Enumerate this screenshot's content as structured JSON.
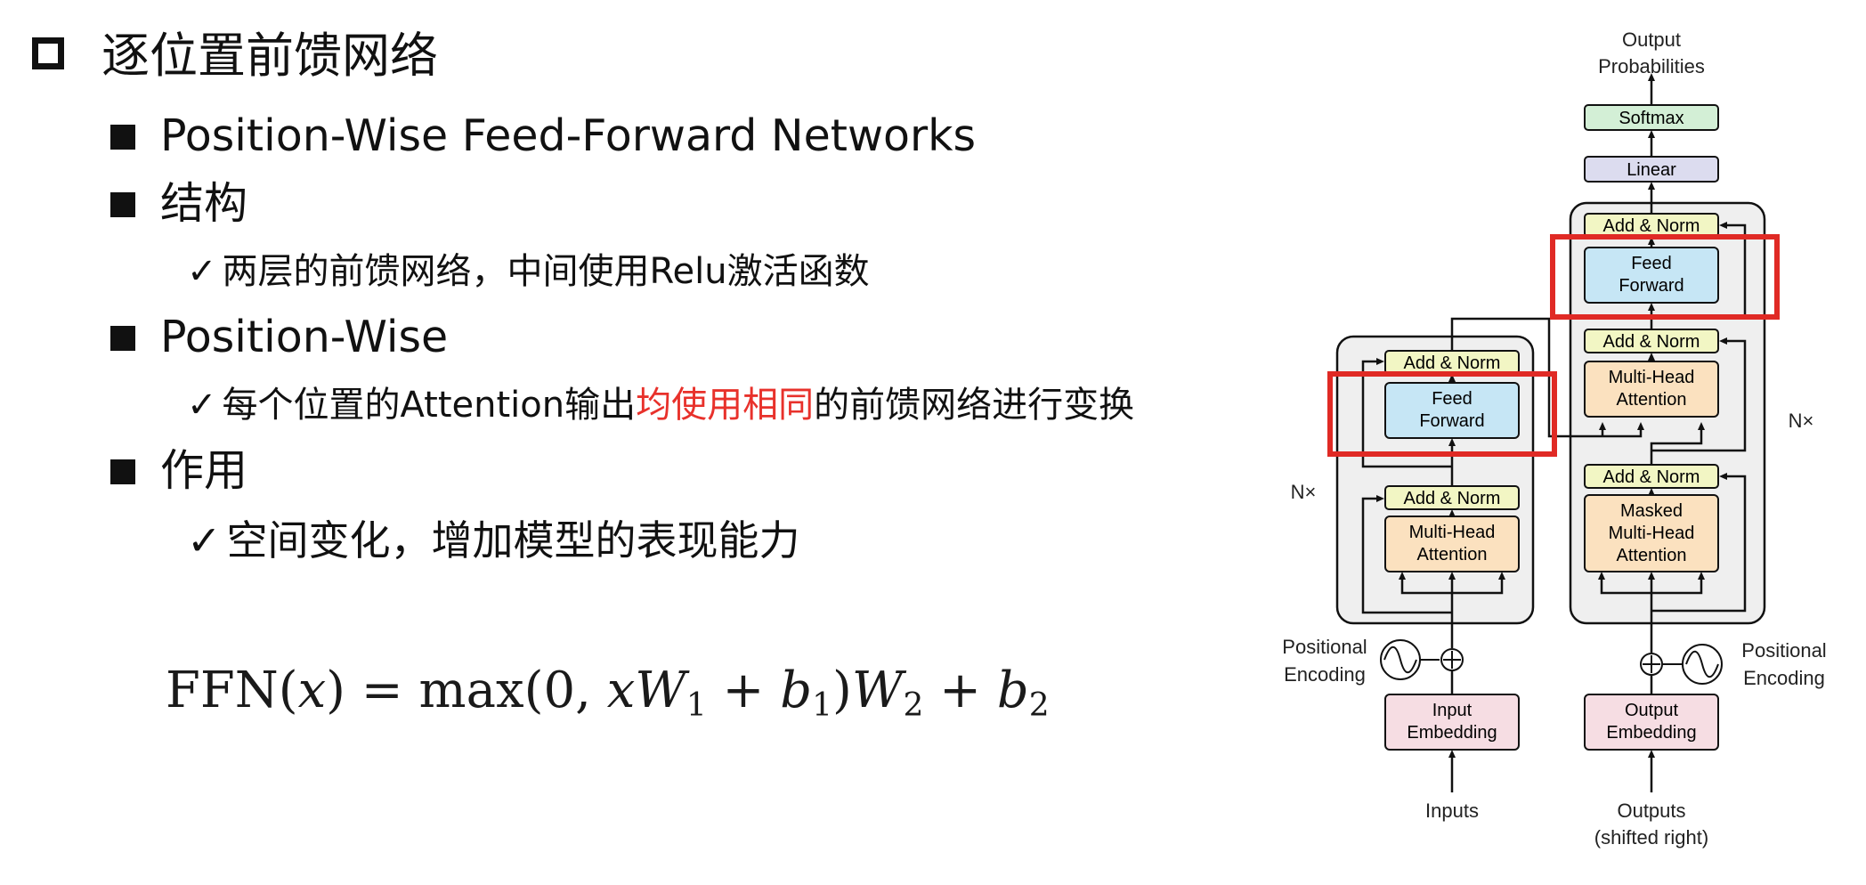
{
  "slide": {
    "title": "逐位置前馈网络",
    "items": [
      {
        "label": "Position-Wise Feed-Forward Networks"
      },
      {
        "label": "结构",
        "sub": "两层的前馈网络，中间使用Relu激活函数"
      },
      {
        "label": "Position-Wise",
        "sub_before": "每个位置的Attention输出",
        "sub_highlight": "均使用相同",
        "sub_after": "的前馈网络进行变换"
      },
      {
        "label": "作用",
        "sub": "空间变化，增加模型的表现能力"
      }
    ],
    "check_mark": "✓",
    "formula": {
      "lhs": "FFN(",
      "x": "x",
      "mid": ") = max(0, ",
      "xW": "xW",
      "one": "1",
      "plus": " + ",
      "b": "b",
      "close": ")",
      "W": "W",
      "two": "2"
    }
  },
  "diagram": {
    "output_probabilities": [
      "Output",
      "Probabilities"
    ],
    "softmax": "Softmax",
    "linear": "Linear",
    "add_norm": "Add & Norm",
    "feed_forward": [
      "Feed",
      "Forward"
    ],
    "multi_head_attention": [
      "Multi-Head",
      "Attention"
    ],
    "masked_multi_head_attention": [
      "Masked",
      "Multi-Head",
      "Attention"
    ],
    "nx": "N×",
    "positional_encoding": [
      "Positional",
      "Encoding"
    ],
    "input_embedding": [
      "Input",
      "Embedding"
    ],
    "output_embedding": [
      "Output",
      "Embedding"
    ],
    "inputs": "Inputs",
    "outputs": [
      "Outputs",
      "(shifted right)"
    ],
    "colors": {
      "add_norm": "#f2f6c4",
      "feed_forward": "#c6e6f5",
      "attention": "#fbe1bf",
      "embedding": "#f6dde3",
      "linear": "#dcdcef",
      "softmax": "#d3efd6",
      "block_bg": "#efefef",
      "highlight": "#e02a25"
    }
  }
}
